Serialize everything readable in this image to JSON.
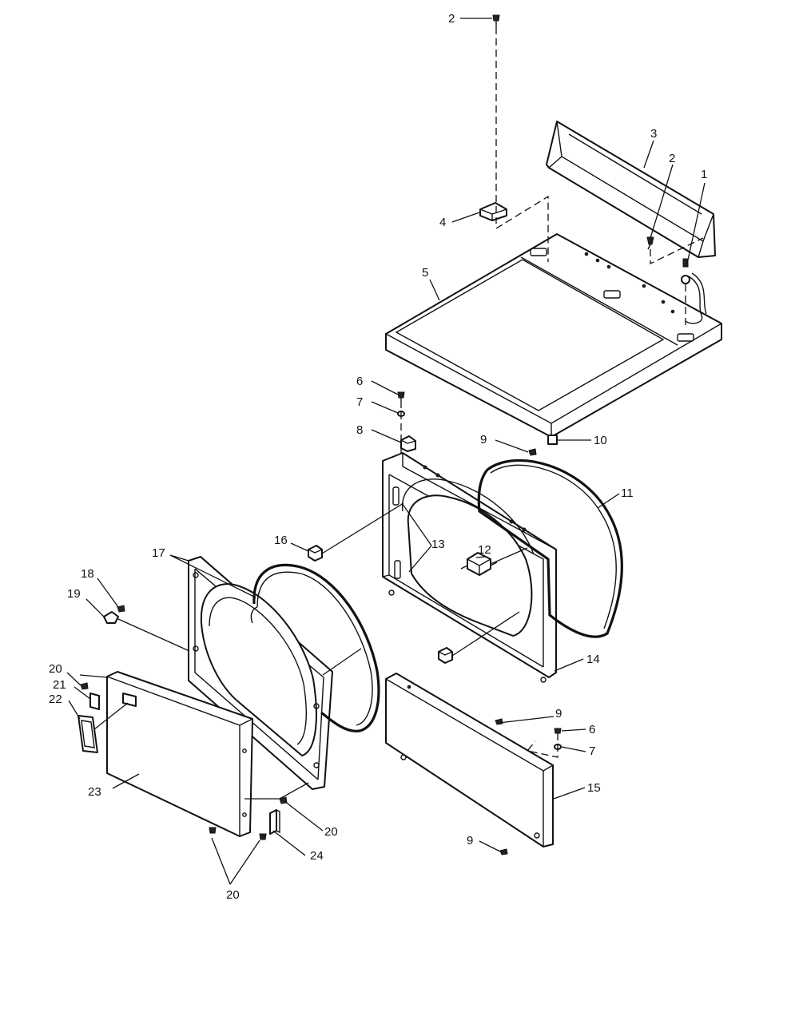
{
  "callouts": [
    {
      "id": "c1",
      "text": "1"
    },
    {
      "id": "c2a",
      "text": "2"
    },
    {
      "id": "c2b",
      "text": "2"
    },
    {
      "id": "c3",
      "text": "3"
    },
    {
      "id": "c4",
      "text": "4"
    },
    {
      "id": "c5",
      "text": "5"
    },
    {
      "id": "c6a",
      "text": "6"
    },
    {
      "id": "c6b",
      "text": "6"
    },
    {
      "id": "c7a",
      "text": "7"
    },
    {
      "id": "c7b",
      "text": "7"
    },
    {
      "id": "c8",
      "text": "8"
    },
    {
      "id": "c9a",
      "text": "9"
    },
    {
      "id": "c9b",
      "text": "9"
    },
    {
      "id": "c9c",
      "text": "9"
    },
    {
      "id": "c10",
      "text": "10"
    },
    {
      "id": "c11",
      "text": "11"
    },
    {
      "id": "c12",
      "text": "12"
    },
    {
      "id": "c13",
      "text": "13"
    },
    {
      "id": "c14",
      "text": "14"
    },
    {
      "id": "c15",
      "text": "15"
    },
    {
      "id": "c16",
      "text": "16"
    },
    {
      "id": "c17",
      "text": "17"
    },
    {
      "id": "c18",
      "text": "18"
    },
    {
      "id": "c19",
      "text": "19"
    },
    {
      "id": "c20a",
      "text": "20"
    },
    {
      "id": "c20b",
      "text": "20"
    },
    {
      "id": "c20c",
      "text": "20"
    },
    {
      "id": "c21",
      "text": "21"
    },
    {
      "id": "c22",
      "text": "22"
    },
    {
      "id": "c23",
      "text": "23"
    },
    {
      "id": "c24",
      "text": "24"
    }
  ],
  "colors": {
    "line": "#111111",
    "background": "#ffffff"
  }
}
